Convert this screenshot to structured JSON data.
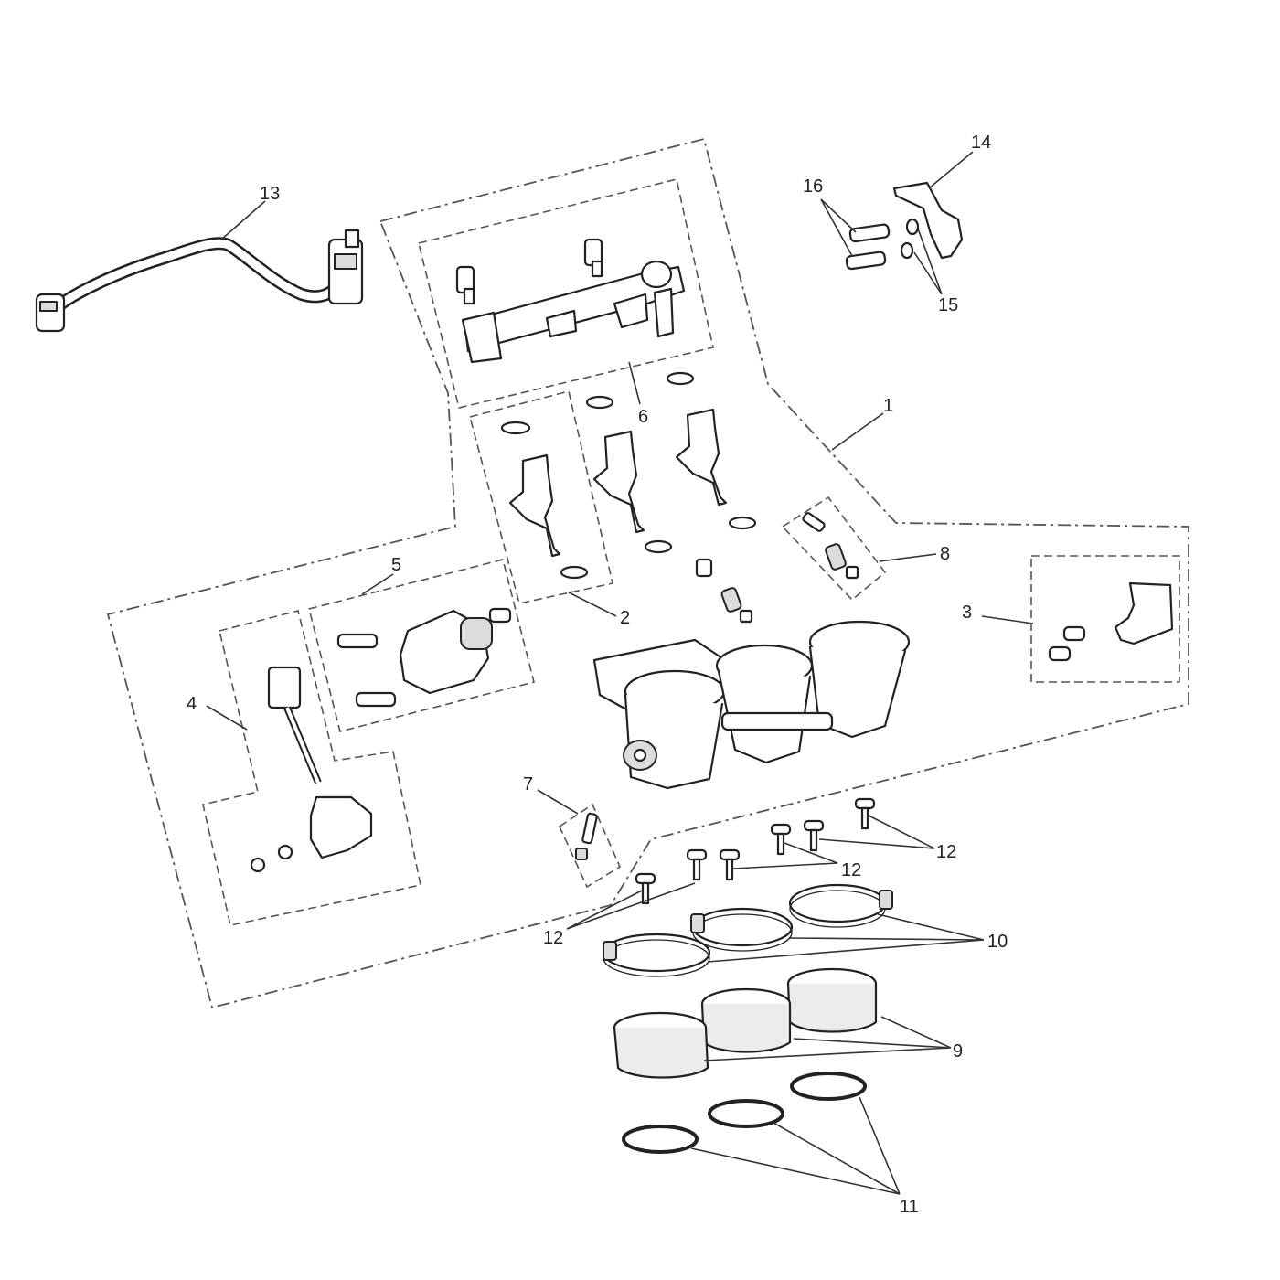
{
  "diagram": {
    "callouts": {
      "c1": "1",
      "c2": "2",
      "c3": "3",
      "c4": "4",
      "c5": "5",
      "c6": "6",
      "c7": "7",
      "c8": "8",
      "c9": "9",
      "c10": "10",
      "c11": "11",
      "c12a": "12",
      "c12b": "12",
      "c12c": "12",
      "c13": "13",
      "c14": "14",
      "c15": "15",
      "c16": "16"
    }
  },
  "colors": {
    "line": "#222222",
    "dash": "#555555",
    "background": "#ffffff"
  }
}
